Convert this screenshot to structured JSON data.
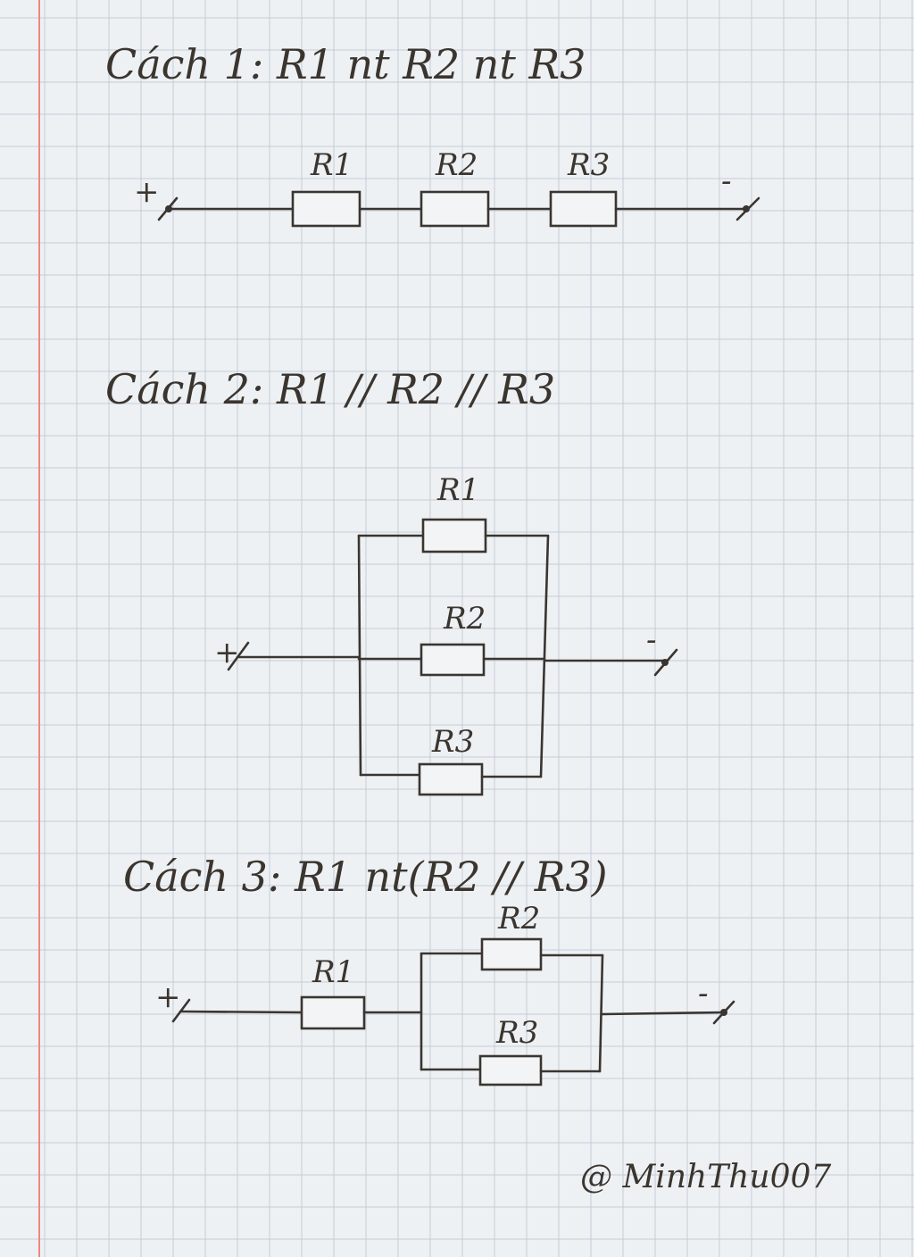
{
  "colors": {
    "ink": "#3a3530",
    "paper": "#eef1f4",
    "grid": "#c5ccd6",
    "margin": "#e98a7d"
  },
  "method1": {
    "title": "Cách 1: R1 nt R2 nt R3",
    "resistors": [
      "R1",
      "R2",
      "R3"
    ],
    "plus": "+",
    "minus": "-"
  },
  "method2": {
    "title": "Cách 2: R1 // R2 // R3",
    "resistors": [
      "R1",
      "R2",
      "R3"
    ],
    "plus": "+",
    "minus": "-"
  },
  "method3": {
    "title": "Cách 3: R1 nt(R2 // R3)",
    "resistors": [
      "R1",
      "R2",
      "R3"
    ],
    "plus": "+",
    "minus": "-"
  },
  "signature": "@ MinhThu007"
}
